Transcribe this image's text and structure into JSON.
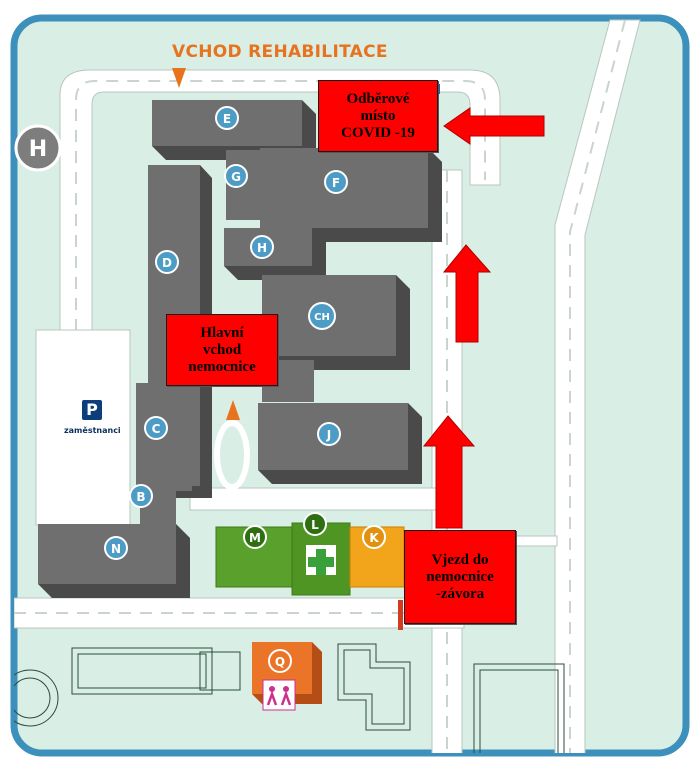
{
  "map": {
    "entrance_label": "VCHOD REHABILITACE",
    "parking_label": "P",
    "parking_caption": "zaměstnanci",
    "helipad_label": "H",
    "buildings": [
      {
        "id": "E",
        "label": "E"
      },
      {
        "id": "G",
        "label": "G"
      },
      {
        "id": "F",
        "label": "F"
      },
      {
        "id": "D",
        "label": "D"
      },
      {
        "id": "H",
        "label": "H"
      },
      {
        "id": "CH",
        "label": "CH"
      },
      {
        "id": "C",
        "label": "C"
      },
      {
        "id": "J",
        "label": "J"
      },
      {
        "id": "B",
        "label": "B"
      },
      {
        "id": "N",
        "label": "N"
      },
      {
        "id": "M",
        "label": "M"
      },
      {
        "id": "L",
        "label": "L"
      },
      {
        "id": "K",
        "label": "K"
      },
      {
        "id": "Q",
        "label": "Q"
      }
    ],
    "callouts": {
      "covid": [
        "Odběrové",
        "místo",
        "COVID -19"
      ],
      "main": [
        "Hlavní",
        "vchod",
        "nemocnice"
      ],
      "barrier": [
        "Vjezd do",
        "nemocnice",
        "-závora"
      ]
    }
  },
  "colors": {
    "frame": "#3c90bb",
    "ground": "#d9eee5",
    "road": "#ffffff",
    "building": "#6f6f6f",
    "green_building": "#5aa02c",
    "orange_building": "#f2a51a",
    "callout": "#ff0000",
    "entrance": "#e8731f"
  }
}
